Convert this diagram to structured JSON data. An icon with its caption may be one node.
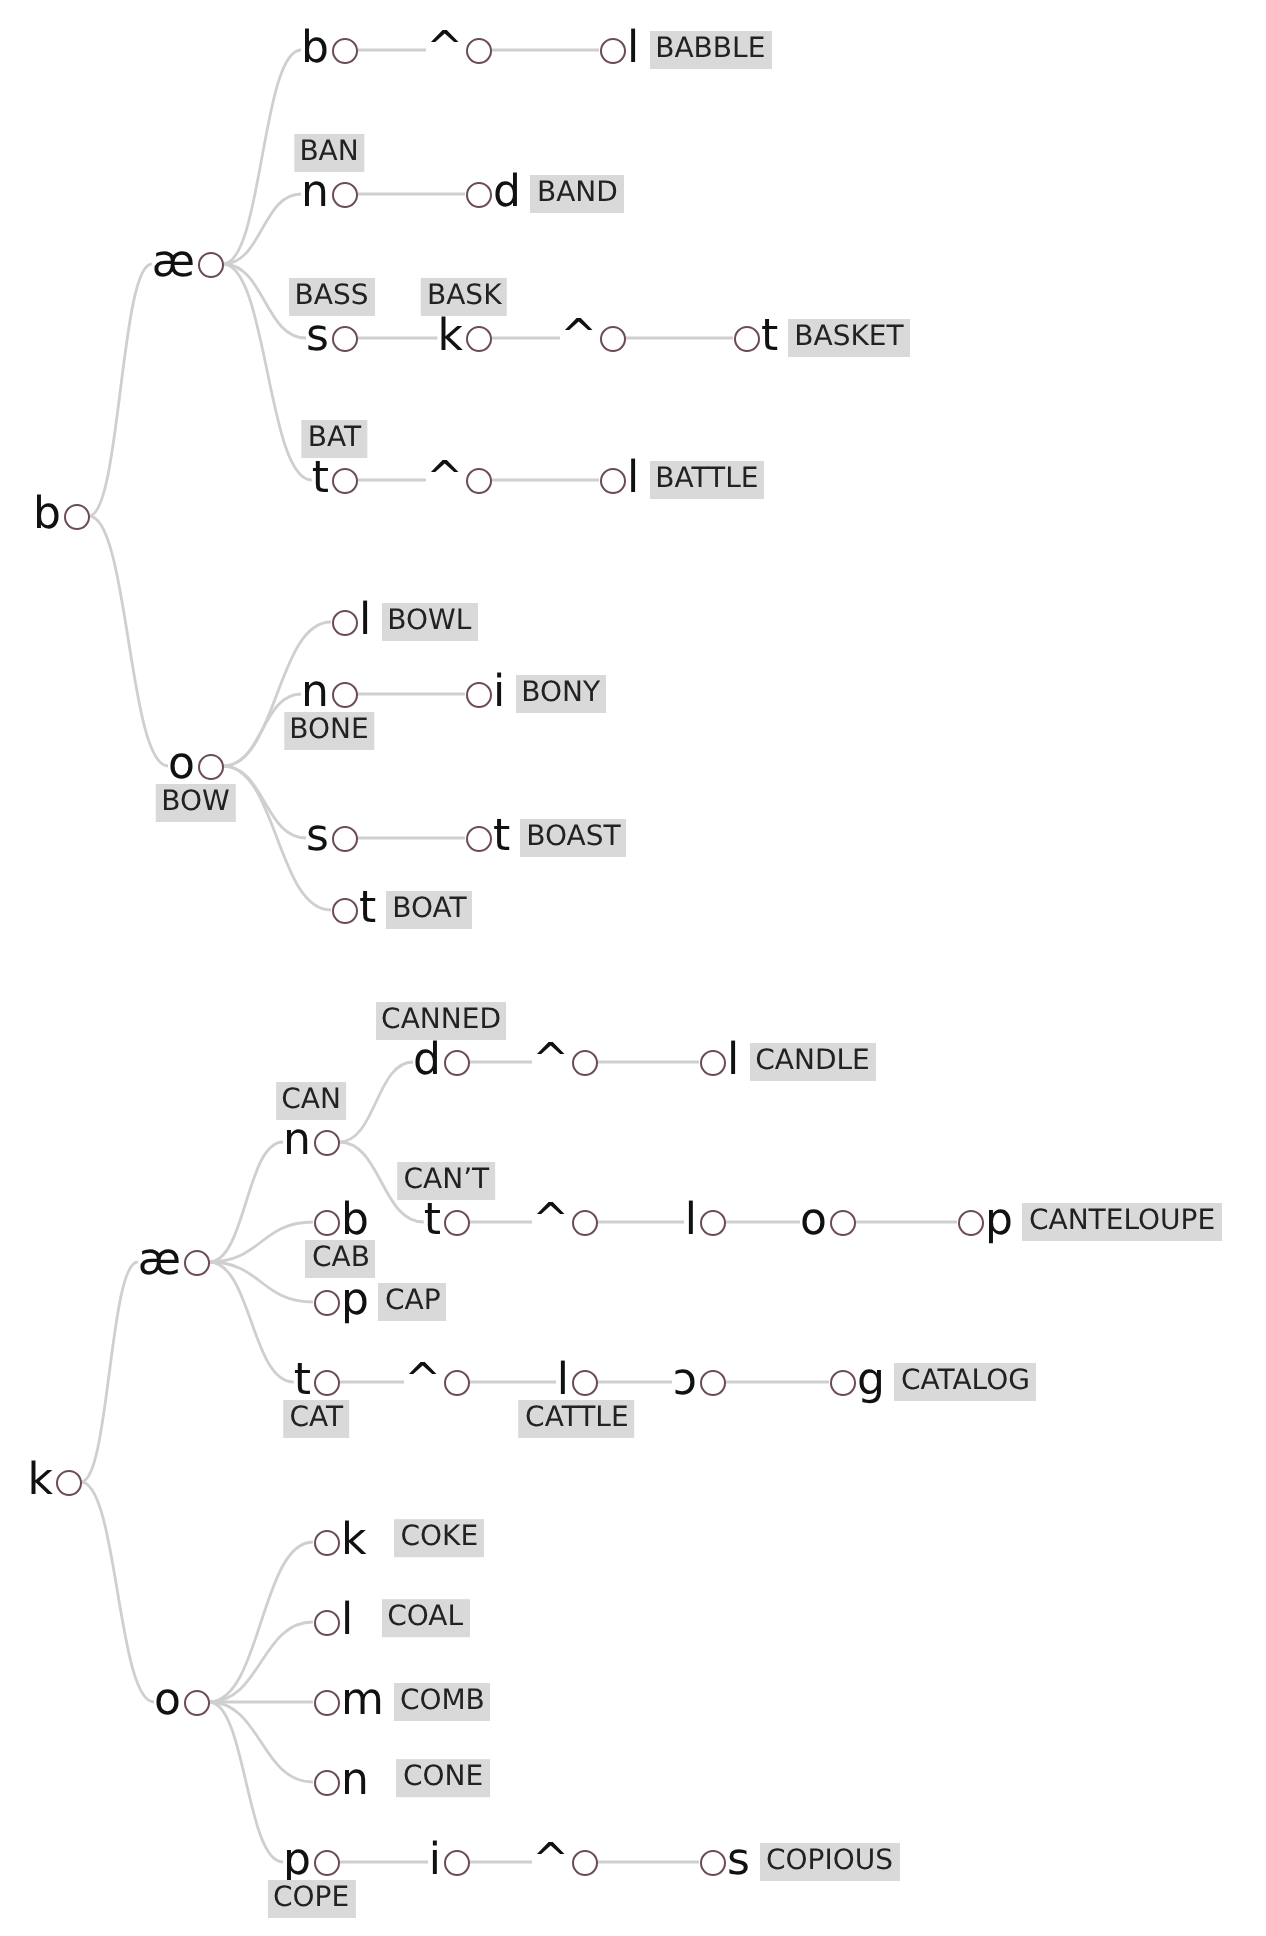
{
  "diagram": {
    "nodes": [
      {
        "text": [
          "b"
        ]
      },
      {
        "text": [
          "æ"
        ]
      },
      {
        "text": [
          "b"
        ]
      },
      {
        "text": [
          "^"
        ]
      },
      {
        "text": [
          "l"
        ],
        "beside": [
          "BABBLE"
        ]
      },
      {
        "text": [
          "n"
        ],
        "beside": [
          "BAN"
        ]
      },
      {
        "text": [
          "d"
        ],
        "beside": [
          "BAND"
        ]
      },
      {
        "text": [
          "s"
        ],
        "beside": [
          "BASS"
        ]
      },
      {
        "text": [
          "k"
        ],
        "beside": [
          "BASK"
        ]
      },
      {
        "text": [
          "^"
        ]
      },
      {
        "text": [
          "t"
        ],
        "beside": [
          "BASKET"
        ]
      },
      {
        "text": [
          "t"
        ],
        "beside": [
          "BAT"
        ]
      },
      {
        "text": [
          "^"
        ]
      },
      {
        "text": [
          "l"
        ],
        "beside": [
          "BATTLE"
        ]
      },
      {
        "text": [
          "o"
        ],
        "beside": [
          "BOW"
        ]
      },
      {
        "text": [
          "l"
        ],
        "beside": [
          "BOWL"
        ]
      },
      {
        "text": [
          "n"
        ],
        "beside": [
          "BONE"
        ]
      },
      {
        "text": [
          "i"
        ],
        "beside": [
          "BONY"
        ]
      },
      {
        "text": [
          "s"
        ]
      },
      {
        "text": [
          "t"
        ],
        "beside": [
          "BOAST"
        ]
      },
      {
        "text": [
          "t"
        ],
        "beside": [
          "BOAT"
        ]
      },
      {
        "text": [
          "k"
        ]
      },
      {
        "text": [
          "æ"
        ]
      },
      {
        "text": [
          "n"
        ],
        "beside": [
          "CAN"
        ]
      },
      {
        "text": [
          "d"
        ],
        "beside": [
          "CANNED"
        ]
      },
      {
        "text": [
          "^"
        ]
      },
      {
        "text": [
          "l"
        ],
        "beside": [
          "CANDLE"
        ]
      },
      {
        "text": [
          "t"
        ],
        "beside": [
          "CAN’T"
        ]
      },
      {
        "text": [
          "^"
        ]
      },
      {
        "text": [
          "l"
        ]
      },
      {
        "text": [
          "o"
        ]
      },
      {
        "text": [
          "p"
        ],
        "beside": [
          "CANTELOUPE"
        ]
      },
      {
        "text": [
          "b"
        ],
        "beside": [
          "CAB"
        ]
      },
      {
        "text": [
          "p"
        ],
        "beside": [
          "CAP"
        ]
      },
      {
        "text": [
          "t"
        ],
        "beside": [
          "CAT"
        ]
      },
      {
        "text": [
          "^"
        ]
      },
      {
        "text": [
          "l"
        ],
        "beside": [
          "CATTLE"
        ]
      },
      {
        "text": [
          "ɔ"
        ]
      },
      {
        "text": [
          "g"
        ],
        "beside": [
          "CATALOG"
        ]
      },
      {
        "text": [
          "o"
        ]
      },
      {
        "text": [
          "k"
        ],
        "beside": [
          "COKE"
        ]
      },
      {
        "text": [
          "l"
        ],
        "beside": [
          "COAL"
        ]
      },
      {
        "text": [
          "m"
        ],
        "beside": [
          "COMB"
        ]
      },
      {
        "text": [
          "n"
        ],
        "beside": [
          "CONE"
        ]
      },
      {
        "text": [
          "p"
        ],
        "beside": [
          "COPE"
        ]
      },
      {
        "text": [
          "i"
        ]
      },
      {
        "text": [
          "^"
        ]
      },
      {
        "text": [
          "s"
        ],
        "beside": [
          "COPIOUS"
        ]
      }
    ],
    "edges": [
      {
        "from": 0,
        "to": 1,
        "arrow": "none"
      },
      {
        "from": 1,
        "to": 2,
        "arrow": "none"
      },
      {
        "from": 2,
        "to": 3,
        "arrow": "none"
      },
      {
        "from": 3,
        "to": 4,
        "arrow": "none"
      },
      {
        "from": 1,
        "to": 5,
        "arrow": "none"
      },
      {
        "from": 5,
        "to": 6,
        "arrow": "none"
      },
      {
        "from": 1,
        "to": 7,
        "arrow": "none"
      },
      {
        "from": 7,
        "to": 8,
        "arrow": "none"
      },
      {
        "from": 8,
        "to": 9,
        "arrow": "none"
      },
      {
        "from": 9,
        "to": 10,
        "arrow": "none"
      },
      {
        "from": 1,
        "to": 11,
        "arrow": "none"
      },
      {
        "from": 11,
        "to": 12,
        "arrow": "none"
      },
      {
        "from": 12,
        "to": 13,
        "arrow": "none"
      },
      {
        "from": 0,
        "to": 14,
        "arrow": "none"
      },
      {
        "from": 14,
        "to": 15,
        "arrow": "none"
      },
      {
        "from": 14,
        "to": 16,
        "arrow": "none"
      },
      {
        "from": 16,
        "to": 17,
        "arrow": "none"
      },
      {
        "from": 14,
        "to": 18,
        "arrow": "none"
      },
      {
        "from": 18,
        "to": 19,
        "arrow": "none"
      },
      {
        "from": 14,
        "to": 20,
        "arrow": "none"
      },
      {
        "from": 21,
        "to": 22,
        "arrow": "none"
      },
      {
        "from": 22,
        "to": 23,
        "arrow": "none"
      },
      {
        "from": 23,
        "to": 24,
        "arrow": "none"
      },
      {
        "from": 24,
        "to": 25,
        "arrow": "none"
      },
      {
        "from": 25,
        "to": 26,
        "arrow": "none"
      },
      {
        "from": 23,
        "to": 27,
        "arrow": "none"
      },
      {
        "from": 27,
        "to": 28,
        "arrow": "none"
      },
      {
        "from": 28,
        "to": 29,
        "arrow": "none"
      },
      {
        "from": 29,
        "to": 30,
        "arrow": "none"
      },
      {
        "from": 30,
        "to": 31,
        "arrow": "none"
      },
      {
        "from": 22,
        "to": 32,
        "arrow": "none"
      },
      {
        "from": 22,
        "to": 33,
        "arrow": "none"
      },
      {
        "from": 22,
        "to": 34,
        "arrow": "none"
      },
      {
        "from": 34,
        "to": 35,
        "arrow": "none"
      },
      {
        "from": 35,
        "to": 36,
        "arrow": "none"
      },
      {
        "from": 36,
        "to": 37,
        "arrow": "none"
      },
      {
        "from": 37,
        "to": 38,
        "arrow": "none"
      },
      {
        "from": 21,
        "to": 39,
        "arrow": "none"
      },
      {
        "from": 39,
        "to": 40,
        "arrow": "none"
      },
      {
        "from": 39,
        "to": 41,
        "arrow": "none"
      },
      {
        "from": 39,
        "to": 42,
        "arrow": "none"
      },
      {
        "from": 39,
        "to": 43,
        "arrow": "none"
      },
      {
        "from": 39,
        "to": 44,
        "arrow": "none"
      },
      {
        "from": 44,
        "to": 45,
        "arrow": "none"
      },
      {
        "from": 45,
        "to": 46,
        "arrow": "none"
      },
      {
        "from": 46,
        "to": 47,
        "arrow": "none"
      }
    ]
  }
}
